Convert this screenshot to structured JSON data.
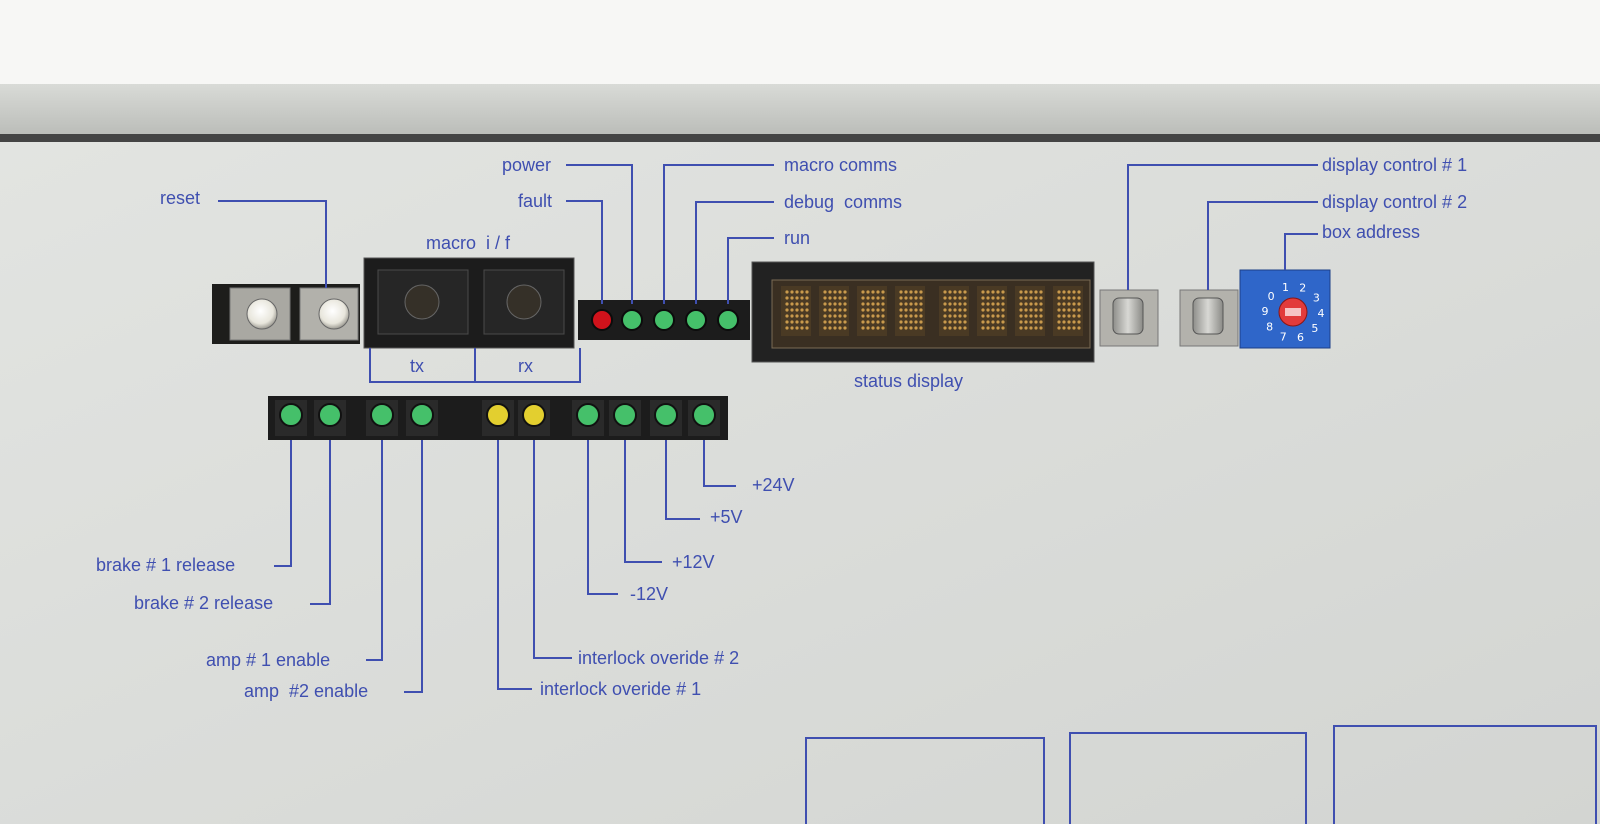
{
  "labels": {
    "reset": "reset",
    "power": "power",
    "fault": "fault",
    "macro_if": "macro  i / f",
    "tx": "tx",
    "rx": "rx",
    "macro_comms": "macro comms",
    "debug_comms": "debug  comms",
    "run": "run",
    "display_control_1": "display control # 1",
    "display_control_2": "display control # 2",
    "box_address": "box address",
    "status_display": "status display",
    "brake_1": "brake # 1 release",
    "brake_2": "brake # 2 release",
    "amp_1": "amp # 1 enable",
    "amp_2": "amp  #2 enable",
    "interlock_2": "interlock overide # 2",
    "interlock_1": "interlock overide # 1",
    "v24": "+24V",
    "v5": "+5V",
    "v12": "+12V",
    "vm12": "-12V"
  },
  "rotary_switch": {
    "digits": [
      "0",
      "1",
      "2",
      "3",
      "4",
      "5",
      "6",
      "7",
      "8",
      "9"
    ]
  },
  "leds_top": [
    {
      "name": "fault",
      "color": "#d0121b"
    },
    {
      "name": "power",
      "color": "#45c06a"
    },
    {
      "name": "macro-comms",
      "color": "#45c06a"
    },
    {
      "name": "debug-comms",
      "color": "#45c06a"
    },
    {
      "name": "run",
      "color": "#45c06a"
    }
  ],
  "leds_bottom": [
    {
      "name": "brake-1-release",
      "color": "#45c06a"
    },
    {
      "name": "brake-2-release",
      "color": "#45c06a"
    },
    {
      "name": "amp-1-enable",
      "color": "#45c06a"
    },
    {
      "name": "amp-2-enable",
      "color": "#45c06a"
    },
    {
      "name": "interlock-overide-1",
      "color": "#e3cf2f"
    },
    {
      "name": "interlock-overide-2",
      "color": "#e3cf2f"
    },
    {
      "name": "minus-12v",
      "color": "#45c06a"
    },
    {
      "name": "plus-12v",
      "color": "#45c06a"
    },
    {
      "name": "plus-5v",
      "color": "#45c06a"
    },
    {
      "name": "plus-24v",
      "color": "#45c06a"
    }
  ],
  "colors": {
    "label_blue": "#3f4fb0",
    "panel": "#dcdedb",
    "rail": "#cdcfcb"
  }
}
